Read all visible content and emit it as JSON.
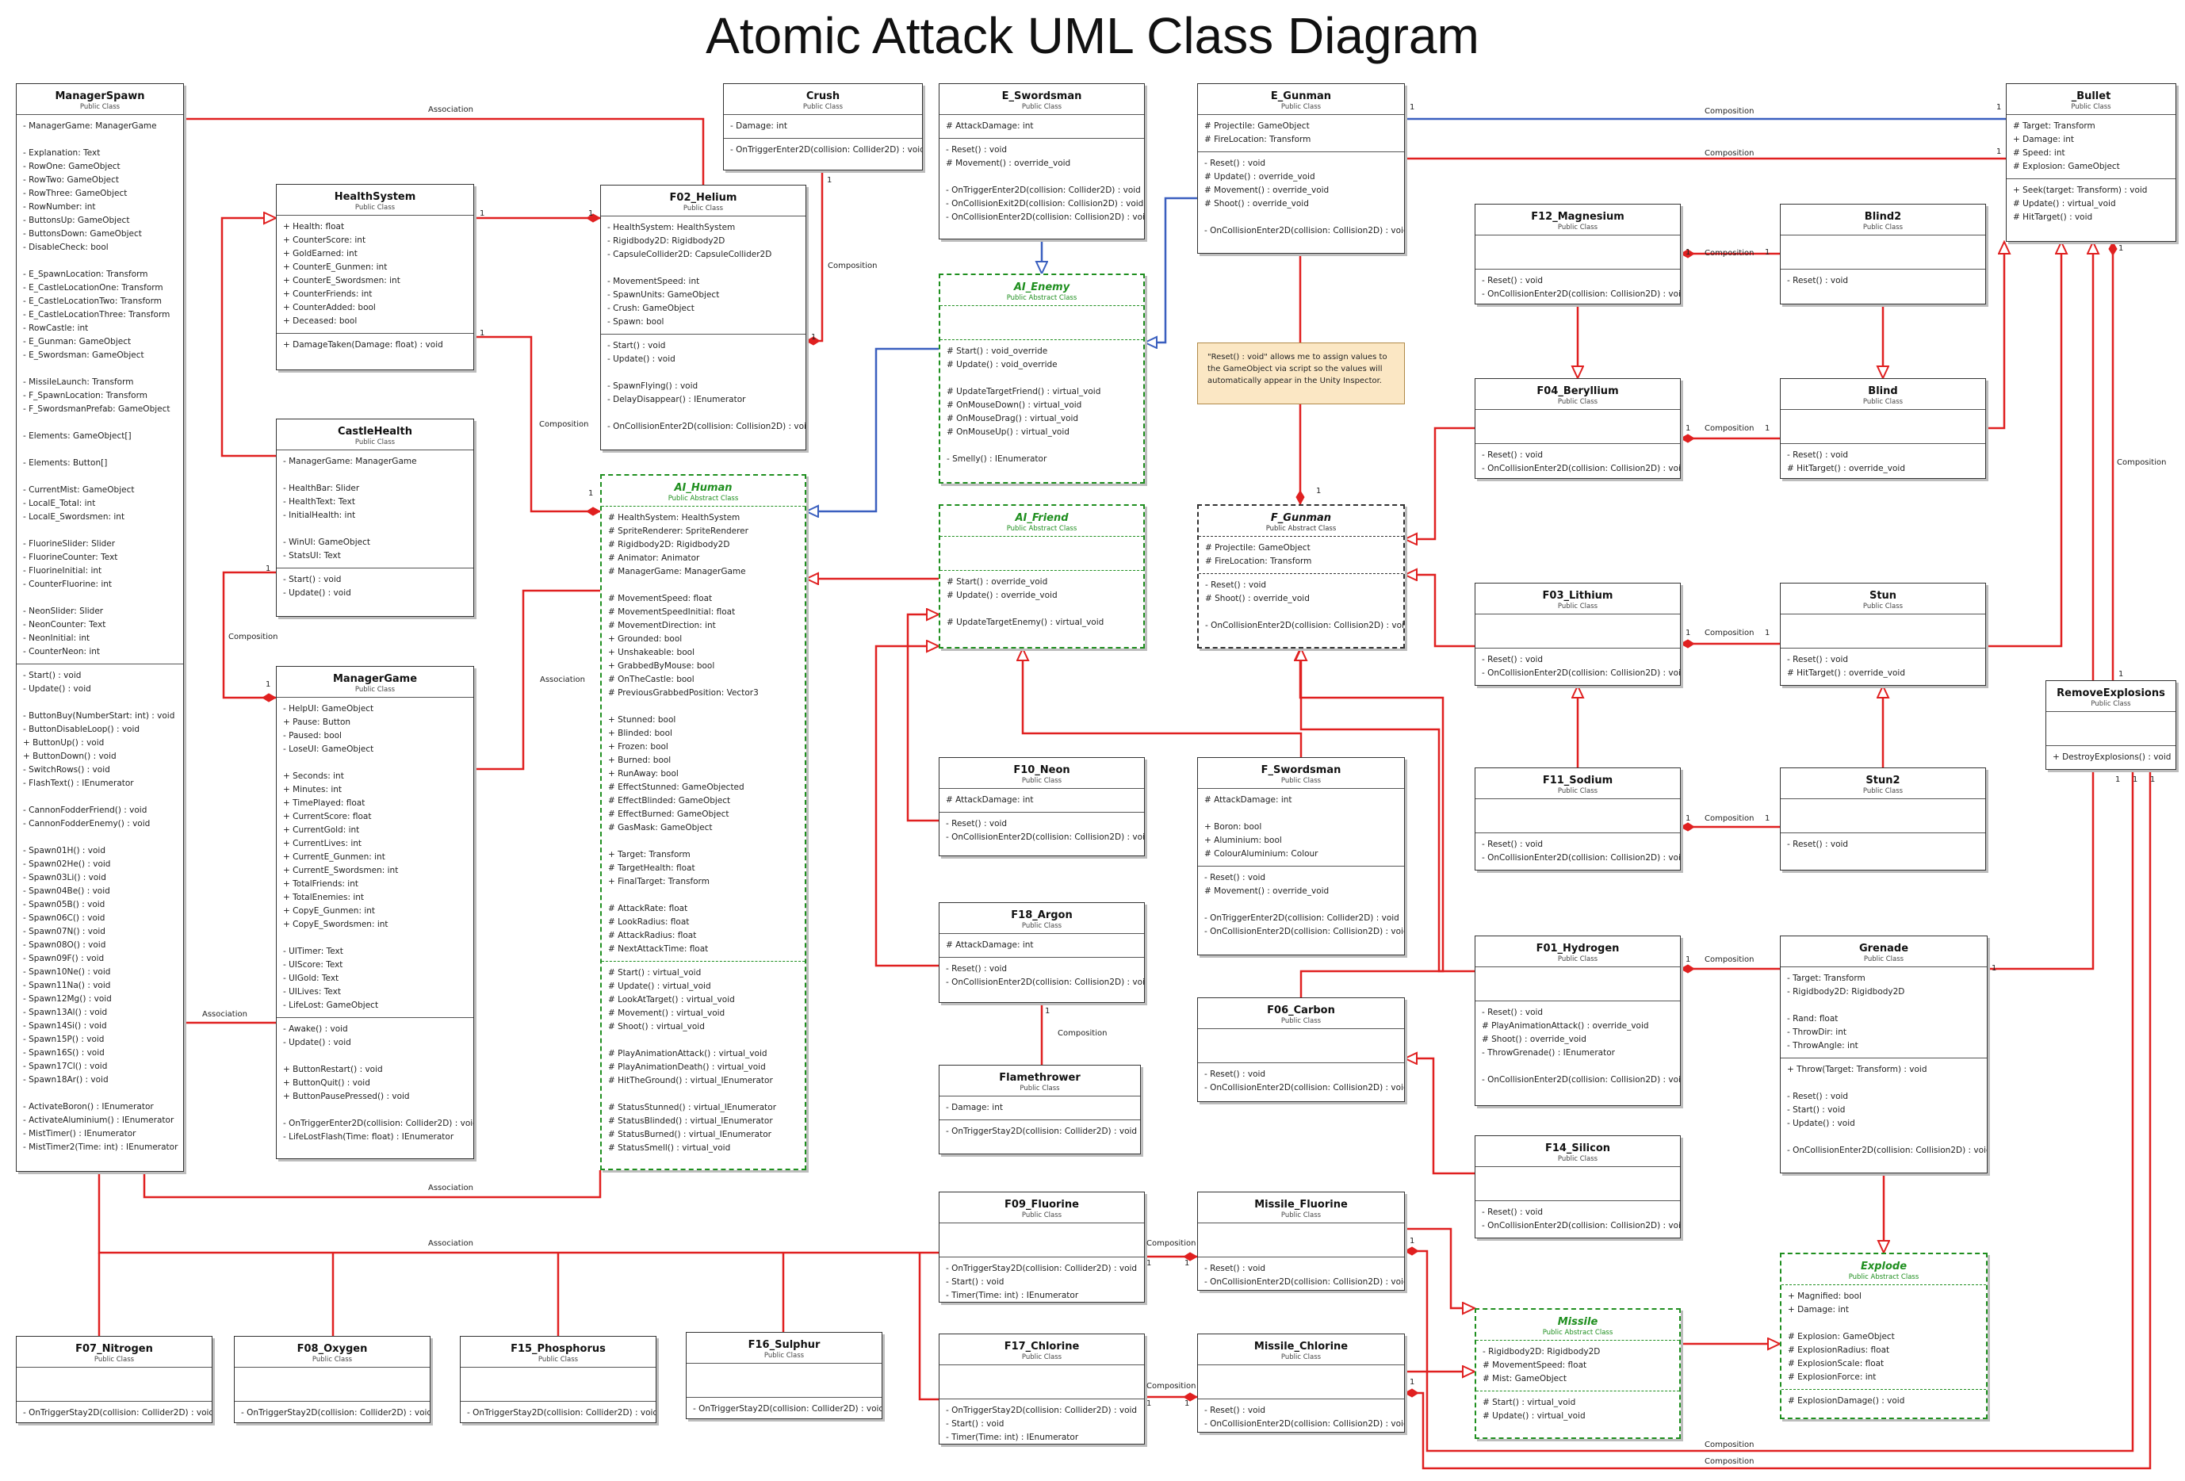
{
  "title": "Atomic Attack UML Class Diagram",
  "note": "\"Reset() : void\" allows me to assign values to the GameObject via script so the values will automatically appear in the Unity Inspector.",
  "relation_labels": {
    "association": "Association",
    "composition": "Composition",
    "one": "1"
  },
  "classes": {
    "ManagerSpawn": {
      "name": "ManagerSpawn",
      "type": "Public Class",
      "sections": [
        "- ManagerGame: ManagerGame\n\n- Explanation: Text\n- RowOne: GameObject\n- RowTwo: GameObject\n- RowThree: GameObject\n- RowNumber: int\n- ButtonsUp: GameObject\n- ButtonsDown: GameObject\n- DisableCheck: bool\n\n- E_SpawnLocation: Transform\n- E_CastleLocationOne: Transform\n- E_CastleLocationTwo: Transform\n- E_CastleLocationThree: Transform\n- RowCastle: int\n- E_Gunman: GameObject\n- E_Swordsman: GameObject\n\n- MissileLaunch: Transform\n- F_SpawnLocation: Transform\n- F_SwordsmanPrefab: GameObject\n\n- Elements: GameObject[]\n\n- Elements: Button[]\n\n- CurrentMist: GameObject\n- LocalE_Total: int\n- LocalE_Swordsmen: int\n\n- FluorineSlider: Slider\n- FluorineCounter: Text\n- FluorineInitial: int\n- CounterFluorine: int\n\n- NeonSlider: Slider\n- NeonCounter: Text\n- NeonInitial: int\n- CounterNeon: int",
        "- Start() : void\n- Update() : void\n\n- ButtonBuy(NumberStart: int) : void\n- ButtonDisableLoop() : void\n+ ButtonUp() : void\n+ ButtonDown() : void\n- SwitchRows() : void\n- FlashText() : IEnumerator\n\n- CannonFodderFriend() : void\n- CannonFodderEnemy() : void\n\n- Spawn01H() : void\n- Spawn02He() : void\n- Spawn03Li() : void\n- Spawn04Be() : void\n- Spawn05B() : void\n- Spawn06C() : void\n- Spawn07N() : void\n- Spawn08O() : void\n- Spawn09F() : void\n- Spawn10Ne() : void\n- Spawn11Na() : void\n- Spawn12Mg() : void\n- Spawn13Al() : void\n- Spawn14Si() : void\n- Spawn15P() : void\n- Spawn16S() : void\n- Spawn17Cl() : void\n- Spawn18Ar() : void\n\n- ActivateBoron() : IEnumerator\n- ActivateAluminium() : IEnumerator\n- MistTimer() : IEnumerator\n- MistTimer2(Time: int) : IEnumerator"
      ]
    },
    "HealthSystem": {
      "name": "HealthSystem",
      "type": "Public Class",
      "sections": [
        "+ Health: float\n+ CounterScore: int\n+ GoldEarned: int\n+ CounterE_Gunmen: int\n+ CounterE_Swordsmen: int\n+ CounterFriends: int\n+ CounterAdded: bool\n+ Deceased: bool",
        "+ DamageTaken(Damage: float) : void"
      ]
    },
    "CastleHealth": {
      "name": "CastleHealth",
      "type": "Public Class",
      "sections": [
        "- ManagerGame: ManagerGame\n\n- HealthBar: Slider\n- HealthText: Text\n- InitialHealth: int\n\n- WinUI: GameObject\n- StatsUI: Text",
        "- Start() : void\n- Update() : void"
      ]
    },
    "ManagerGame": {
      "name": "ManagerGame",
      "type": "Public Class",
      "sections": [
        "- HelpUI: GameObject\n+ Pause: Button\n- Paused: bool\n- LoseUI: GameObject\n\n+ Seconds: int\n+ Minutes: int\n+ TimePlayed: float\n+ CurrentScore: float\n+ CurrentGold: int\n+ CurrentLives: int\n+ CurrentE_Gunmen: int\n+ CurrentE_Swordsmen: int\n+ TotalFriends: int\n+ TotalEnemies: int\n+ CopyE_Gunmen: int\n+ CopyE_Swordsmen: int\n\n- UITimer: Text\n- UIScore: Text\n- UIGold: Text\n- UILives: Text\n- LifeLost: GameObject",
        "- Awake() : void\n- Update() : void\n\n+ ButtonRestart() : void\n+ ButtonQuit() : void\n+ ButtonPausePressed() : void\n\n- OnTriggerEnter2D(collision: Collider2D) : void\n- LifeLostFlash(Time: float) : IEnumerator"
      ]
    },
    "F02_Helium": {
      "name": "F02_Helium",
      "type": "Public Class",
      "sections": [
        "- HealthSystem: HealthSystem\n- Rigidbody2D: Rigidbody2D\n- CapsuleCollider2D: CapsuleCollider2D\n\n- MovementSpeed: int\n- SpawnUnits: GameObject\n- Crush: GameObject\n- Spawn: bool",
        "- Start() : void\n- Update() : void\n\n- SpawnFlying() : void\n- DelayDisappear() : IEnumerator\n\n- OnCollisionEnter2D(collision: Collision2D) : void"
      ]
    },
    "Crush": {
      "name": "Crush",
      "type": "Public Class",
      "sections": [
        "- Damage: int",
        "- OnTriggerEnter2D(collision: Collider2D) : void"
      ]
    },
    "AI_Human": {
      "name": "AI_Human",
      "type": "Public Abstract Class",
      "abstract": true,
      "sections": [
        "# HealthSystem: HealthSystem\n# SpriteRenderer: SpriteRenderer\n# Rigidbody2D: Rigidbody2D\n# Animator: Animator\n# ManagerGame: ManagerGame\n\n# MovementSpeed: float\n# MovementSpeedInitial: float\n# MovementDirection: int\n+ Grounded: bool\n+ Unshakeable: bool\n+ GrabbedByMouse: bool\n# OnTheCastle: bool\n# PreviousGrabbedPosition: Vector3\n\n+ Stunned: bool\n+ Blinded: bool\n+ Frozen: bool\n+ Burned: bool\n+ RunAway: bool\n# EffectStunned: GameObjected\n# EffectBlinded: GameObject\n# EffectBurned: GameObject\n# GasMask: GameObject\n\n+ Target: Transform\n# TargetHealth: float\n+ FinalTarget: Transform\n\n# AttackRate: float\n# LookRadius: float\n# AttackRadius: float\n# NextAttackTime: float",
        "# Start() : virtual_void\n# Update() : virtual_void\n# LookAtTarget() : virtual_void\n# Movement() : virtual_void\n# Shoot() : virtual_void\n\n# PlayAnimationAttack() : virtual_void\n# PlayAnimationDeath() : virtual_void\n# HitTheGround() : virtual_IEnumerator\n\n# StatusStunned() : virtual_IEnumerator\n# StatusBlinded() : virtual_IEnumerator\n# StatusBurned() : virtual_IEnumerator\n# StatusSmell() : virtual_void"
      ]
    },
    "E_Swordsman": {
      "name": "E_Swordsman",
      "type": "Public Class",
      "sections": [
        "# AttackDamage: int",
        "- Reset() : void\n# Movement() : override_void\n\n- OnTriggerEnter2D(collision: Collider2D) : void\n- OnCollisionExit2D(collision: Collision2D) : void\n- OnCollisionEnter2D(collision: Collision2D) : void"
      ]
    },
    "AI_Enemy": {
      "name": "AI_Enemy",
      "type": "Public Abstract Class",
      "abstract": true,
      "sections": [
        "",
        "# Start() : void_override\n# Update() : void_override\n\n# UpdateTargetFriend() : virtual_void\n# OnMouseDown() : virtual_void\n# OnMouseDrag() : virtual_void\n# OnMouseUp() : virtual_void\n\n- Smelly() : IEnumerator"
      ]
    },
    "AI_Friend": {
      "name": "AI_Friend",
      "type": "Public Abstract Class",
      "abstract": true,
      "sections": [
        "",
        "# Start() : override_void\n# Update() : override_void\n\n# UpdateTargetEnemy() : virtual_void"
      ]
    },
    "E_Gunman": {
      "name": "E_Gunman",
      "type": "Public Class",
      "sections": [
        "# Projectile: GameObject\n# FireLocation: Transform",
        "- Reset() : void\n# Update() : override_void\n# Movement() : override_void\n# Shoot() : override_void\n\n- OnCollisionEnter2D(collision: Collision2D) : void"
      ]
    },
    "F_Gunman": {
      "name": "F_Gunman",
      "type": "Public Abstract Class",
      "abstract": true,
      "black": true,
      "sections": [
        "# Projectile: GameObject\n# FireLocation: Transform",
        "- Reset() : void\n# Shoot() : override_void\n\n- OnCollisionEnter2D(collision: Collision2D) : void"
      ]
    },
    "F10_Neon": {
      "name": "F10_Neon",
      "type": "Public Class",
      "sections": [
        "# AttackDamage: int",
        "- Reset() : void\n- OnCollisionEnter2D(collision: Collision2D) : void"
      ]
    },
    "F18_Argon": {
      "name": "F18_Argon",
      "type": "Public Class",
      "sections": [
        "# AttackDamage: int",
        "- Reset() : void\n- OnCollisionEnter2D(collision: Collision2D) : void"
      ]
    },
    "Flamethrower": {
      "name": "Flamethrower",
      "type": "Public Class",
      "sections": [
        "- Damage: int",
        "- OnTriggerStay2D(collision: Collider2D) : void"
      ]
    },
    "F_Swordsman": {
      "name": "F_Swordsman",
      "type": "Public Class",
      "sections": [
        "# AttackDamage: int\n\n+ Boron: bool\n+ Aluminium: bool\n# ColourAluminium: Colour",
        "- Reset() : void\n# Movement() : override_void\n\n- OnTriggerEnter2D(collision: Collider2D) : void\n- OnCollisionEnter2D(collision: Collision2D) : void"
      ]
    },
    "F06_Carbon": {
      "name": "F06_Carbon",
      "type": "Public Class",
      "sections": [
        "",
        "- Reset() : void\n- OnCollisionEnter2D(collision: Collision2D) : void"
      ]
    },
    "F09_Fluorine": {
      "name": "F09_Fluorine",
      "type": "Public Class",
      "sections": [
        "",
        "- OnTriggerStay2D(collision: Collider2D) : void\n- Start() : void\n- Timer(Time: int) : IEnumerator"
      ]
    },
    "F17_Chlorine": {
      "name": "F17_Chlorine",
      "type": "Public Class",
      "sections": [
        "",
        "- OnTriggerStay2D(collision: Collider2D) : void\n- Start() : void\n- Timer(Time: int) : IEnumerator"
      ]
    },
    "Missile_Fluorine": {
      "name": "Missile_Fluorine",
      "type": "Public Class",
      "sections": [
        "",
        "- Reset() : void\n- OnCollisionEnter2D(collision: Collision2D) : void"
      ]
    },
    "Missile_Chlorine": {
      "name": "Missile_Chlorine",
      "type": "Public Class",
      "sections": [
        "",
        "- Reset() : void\n- OnCollisionEnter2D(collision: Collision2D) : void"
      ]
    },
    "F12_Magnesium": {
      "name": "F12_Magnesium",
      "type": "Public Class",
      "sections": [
        "",
        "- Reset() : void\n- OnCollisionEnter2D(collision: Collision2D) : void"
      ]
    },
    "F04_Beryllium": {
      "name": "F04_Beryllium",
      "type": "Public Class",
      "sections": [
        "",
        "- Reset() : void\n- OnCollisionEnter2D(collision: Collision2D) : void"
      ]
    },
    "F03_Lithium": {
      "name": "F03_Lithium",
      "type": "Public Class",
      "sections": [
        "",
        "- Reset() : void\n- OnCollisionEnter2D(collision: Collision2D) : void"
      ]
    },
    "F11_Sodium": {
      "name": "F11_Sodium",
      "type": "Public Class",
      "sections": [
        "",
        "- Reset() : void\n- OnCollisionEnter2D(collision: Collision2D) : void"
      ]
    },
    "F01_Hydrogen": {
      "name": "F01_Hydrogen",
      "type": "Public Class",
      "sections": [
        "",
        "- Reset() : void\n# PlayAnimationAttack() : override_void\n# Shoot() : override_void\n- ThrowGrenade() : IEnumerator\n\n- OnCollisionEnter2D(collision: Collision2D) : void"
      ]
    },
    "F14_Silicon": {
      "name": "F14_Silicon",
      "type": "Public Class",
      "sections": [
        "",
        "- Reset() : void\n- OnCollisionEnter2D(collision: Collision2D) : void"
      ]
    },
    "Blind2": {
      "name": "Blind2",
      "type": "Public Class",
      "sections": [
        "",
        "- Reset() : void"
      ]
    },
    "Blind": {
      "name": "Blind",
      "type": "Public Class",
      "sections": [
        "",
        "- Reset() : void\n# HitTarget() : override_void"
      ]
    },
    "Stun": {
      "name": "Stun",
      "type": "Public Class",
      "sections": [
        "",
        "- Reset() : void\n# HitTarget() : override_void"
      ]
    },
    "Stun2": {
      "name": "Stun2",
      "type": "Public Class",
      "sections": [
        "",
        "- Reset() : void"
      ]
    },
    "Grenade": {
      "name": "Grenade",
      "type": "Public Class",
      "sections": [
        "- Target: Transform\n- Rigidbody2D: Rigidbody2D\n\n- Rand: float\n- ThrowDir: int\n- ThrowAngle: int",
        "+ Throw(Target: Transform) : void\n\n- Reset() : void\n- Start() : void\n- Update() : void\n\n- OnCollisionEnter2D(collision: Collision2D) : void"
      ]
    },
    "Bullet": {
      "name": "_Bullet",
      "type": "Public Class",
      "sections": [
        "# Target: Transform\n+ Damage: int\n# Speed: int\n# Explosion: GameObject",
        "+ Seek(target: Transform) : void\n# Update() : virtual_void\n# HitTarget() : void"
      ]
    },
    "RemoveExplosions": {
      "name": "RemoveExplosions",
      "type": "Public Class",
      "sections": [
        "",
        "+ DestroyExplosions() : void"
      ]
    },
    "Explode": {
      "name": "Explode",
      "type": "Public Abstract Class",
      "abstract": true,
      "sections": [
        "+ Magnified: bool\n+ Damage: int\n\n# Explosion: GameObject\n# ExplosionRadius: float\n# ExplosionScale: float\n# ExplosionForce: int",
        "# ExplosionDamage() : void"
      ]
    },
    "Missile": {
      "name": "Missile",
      "type": "Public Abstract Class",
      "abstract": true,
      "sections": [
        "- Rigidbody2D: Rigidbody2D\n# MovementSpeed: float\n# Mist: GameObject",
        "# Start() : virtual_void\n# Update() : virtual_void"
      ]
    },
    "F07_Nitrogen": {
      "name": "F07_Nitrogen",
      "type": "Public Class",
      "sections": [
        "",
        "- OnTriggerStay2D(collision: Collider2D) : void"
      ]
    },
    "F08_Oxygen": {
      "name": "F08_Oxygen",
      "type": "Public Class",
      "sections": [
        "",
        "- OnTriggerStay2D(collision: Collider2D) : void"
      ]
    },
    "F15_Phosphorus": {
      "name": "F15_Phosphorus",
      "type": "Public Class",
      "sections": [
        "",
        "- OnTriggerStay2D(collision: Collider2D) : void"
      ]
    },
    "F16_Sulphur": {
      "name": "F16_Sulphur",
      "type": "Public Class",
      "sections": [
        "",
        "- OnTriggerStay2D(collision: Collider2D) : void"
      ]
    }
  }
}
